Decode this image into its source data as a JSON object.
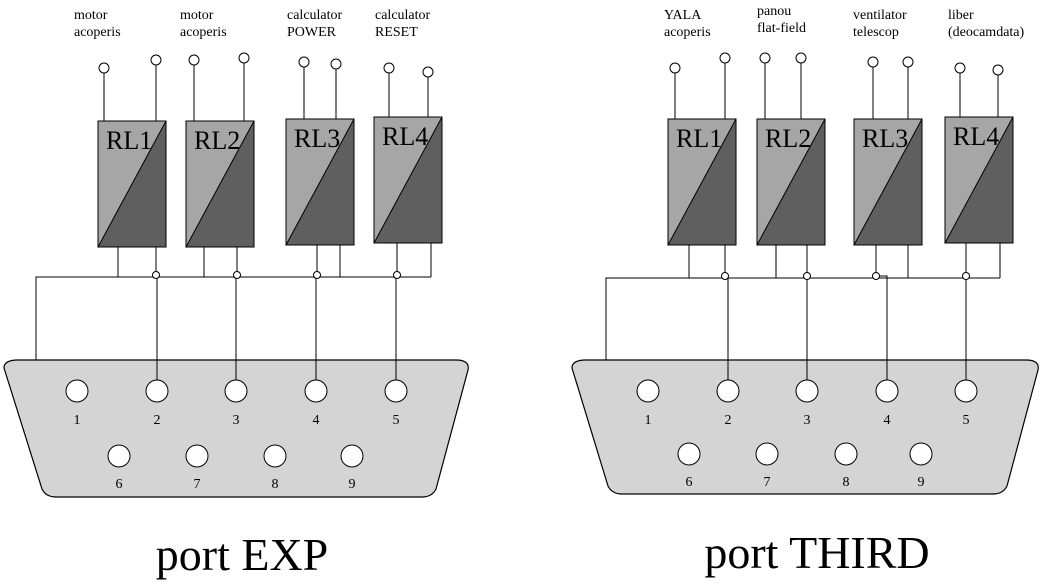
{
  "colors": {
    "relay_light": "#a6a6a6",
    "relay_dark": "#5f5f5f",
    "connector": "#d4d4d4"
  },
  "diagrams": [
    {
      "title": "port EXP",
      "relays": [
        {
          "name": "RL1",
          "label_lines": [
            "motor",
            "acoperis"
          ],
          "pin": "2"
        },
        {
          "name": "RL2",
          "label_lines": [
            "motor",
            "acoperis"
          ],
          "pin": "3"
        },
        {
          "name": "RL3",
          "label_lines": [
            "calculator",
            "POWER"
          ],
          "pin": "4"
        },
        {
          "name": "RL4",
          "label_lines": [
            "calculator",
            "RESET"
          ],
          "pin": "5"
        }
      ],
      "pins_top": [
        "1",
        "2",
        "3",
        "4",
        "5"
      ],
      "pins_bottom": [
        "6",
        "7",
        "8",
        "9"
      ]
    },
    {
      "title": "port THIRD",
      "relays": [
        {
          "name": "RL1",
          "label_lines": [
            "YALA",
            "acoperis"
          ],
          "pin": "2"
        },
        {
          "name": "RL2",
          "label_lines": [
            "panou",
            "flat-field"
          ],
          "pin": "3"
        },
        {
          "name": "RL3",
          "label_lines": [
            "ventilator",
            "telescop"
          ],
          "pin": "4"
        },
        {
          "name": "RL4",
          "label_lines": [
            "liber",
            "(deocamdata)"
          ],
          "pin": "5"
        }
      ],
      "pins_top": [
        "1",
        "2",
        "3",
        "4",
        "5"
      ],
      "pins_bottom": [
        "6",
        "7",
        "8",
        "9"
      ]
    }
  ]
}
